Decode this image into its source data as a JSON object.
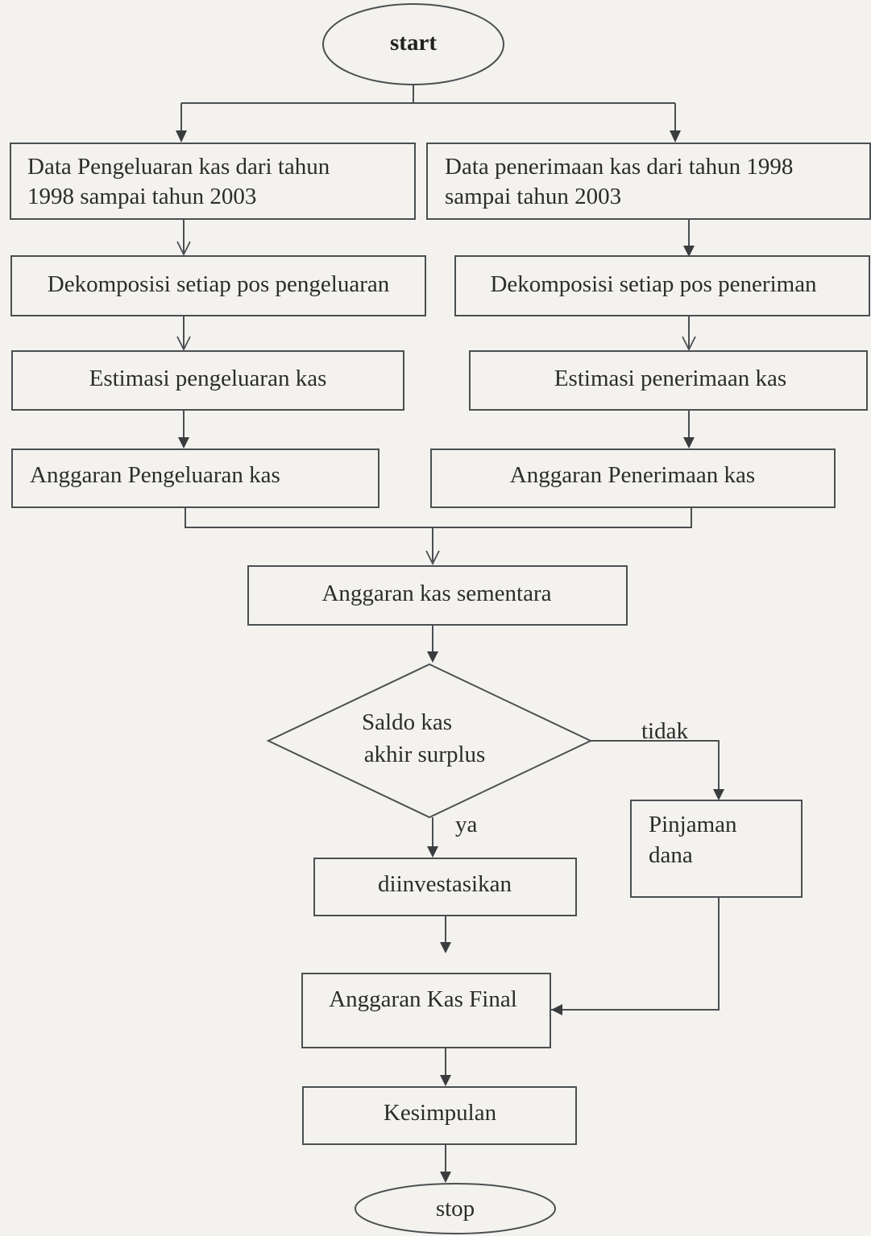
{
  "nodes": {
    "start": "start",
    "data_pengeluaran_line1": "Data Pengeluaran kas dari tahun",
    "data_pengeluaran_line2": "1998 sampai tahun 2003",
    "data_penerimaan_line1": "Data penerimaan kas dari tahun 1998",
    "data_penerimaan_line2": "sampai tahun 2003",
    "dekomposisi_pengeluaran": "Dekomposisi setiap pos pengeluaran",
    "dekomposisi_penerimaan": "Dekomposisi setiap pos peneriman",
    "estimasi_pengeluaran": "Estimasi pengeluaran kas",
    "estimasi_penerimaan": "Estimasi penerimaan kas",
    "anggaran_pengeluaran": "Anggaran Pengeluaran kas",
    "anggaran_penerimaan": "Anggaran Penerimaan kas",
    "anggaran_sementara": "Anggaran kas sementara",
    "decision_line1": "Saldo kas",
    "decision_line2": "akhir surplus",
    "pinjaman_line1": "Pinjaman",
    "pinjaman_line2": "dana",
    "diinvestasikan": "diinvestasikan",
    "anggaran_final": "Anggaran Kas Final",
    "kesimpulan": "Kesimpulan",
    "stop": "stop"
  },
  "edge_labels": {
    "yes": "ya",
    "no": "tidak"
  }
}
